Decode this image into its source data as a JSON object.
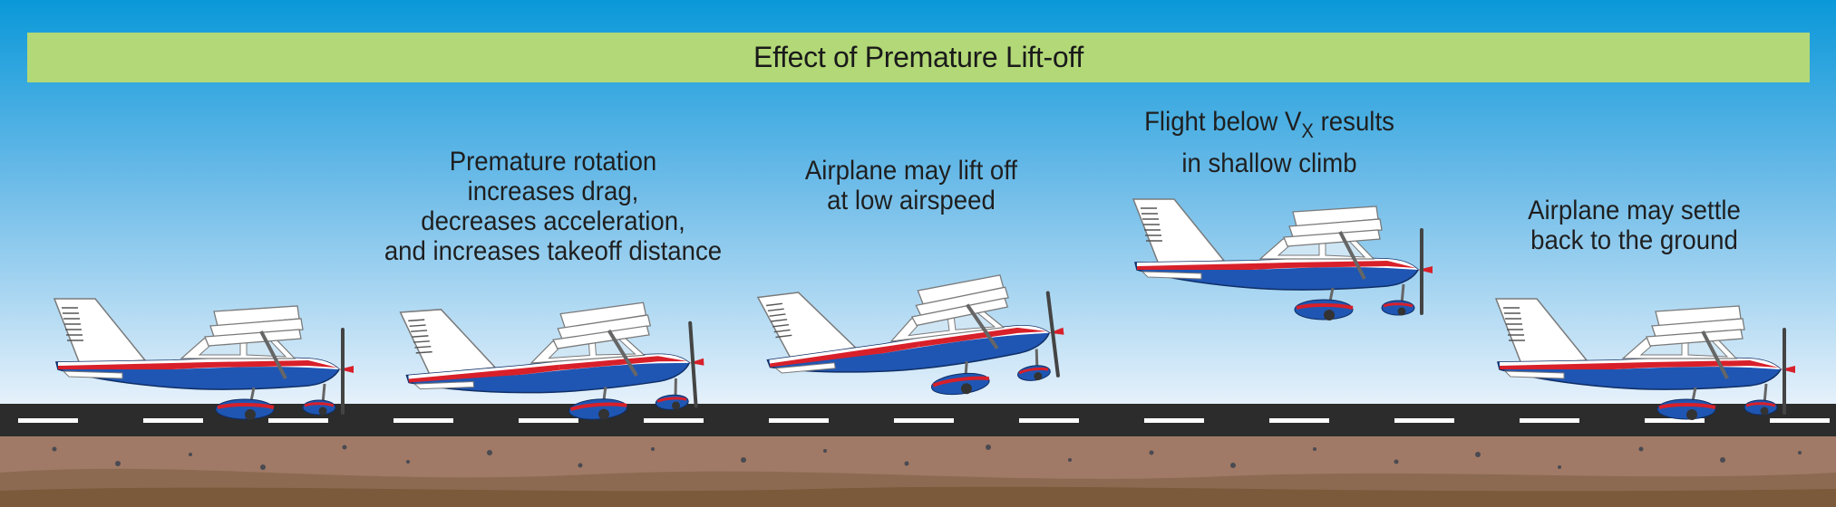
{
  "title": "Effect of Premature Lift-off",
  "captions": {
    "rotation": [
      "Premature rotation",
      "increases drag,",
      "decreases acceleration,",
      "and increases takeoff distance"
    ],
    "liftoff": [
      "Airplane may lift off",
      "at low airspeed"
    ],
    "flight_pre": "Flight below V",
    "flight_sub": "X",
    "flight_post": " results",
    "flight_line2": "in shallow climb",
    "settle": [
      "Airplane may settle",
      "back to the ground"
    ]
  },
  "colors": {
    "sky_top": "#0a98d9",
    "sky_bottom": "#e6f1fb",
    "title_bar": "#b2d877",
    "runway": "#2c2c2c",
    "runway_marking": "#ffffff",
    "ground": "#a07a66",
    "soil": "#7a5a3a",
    "fuselage_blue": "#1f56b3",
    "stripe_red": "#d8202a"
  }
}
